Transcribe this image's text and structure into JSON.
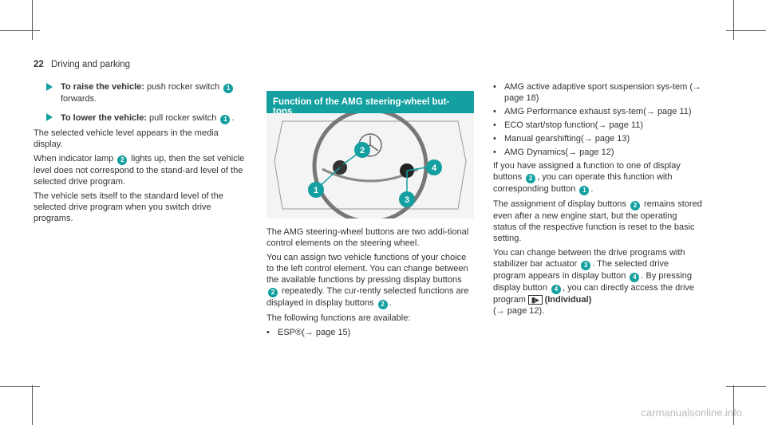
{
  "header": {
    "page_number": "22",
    "title": "Driving and parking"
  },
  "left": {
    "step1_bold": "To raise the vehicle:",
    "step1_text": " push rocker switch",
    "step1_tail": "forwards.",
    "step2_bold": "To lower the vehicle:",
    "step2_text": " pull rocker switch",
    "p1": "The selected vehicle level appears in the media display.",
    "p2a": "When indicator lamp",
    "p2b": "lights up, then the set vehicle level does not correspond to the stand-ard level of the selected drive program.",
    "p3": "The vehicle sets itself to the standard level of the selected drive program when you switch drive programs."
  },
  "middle": {
    "section_title": "Function of the AMG steering-wheel but-tons",
    "p1": "The AMG steering-wheel buttons are two addi-tional control elements on the steering wheel.",
    "p2a": "You can assign two vehicle functions of your choice to the left control element. You can change between the available functions by pressing display buttons",
    "p2b": "repeatedly. The cur-rently selected functions are displayed in display buttons",
    "p3": "The following functions are available:",
    "b1": "ESP®(→ page 15)"
  },
  "right": {
    "b1": "AMG active adaptive sport suspension sys-tem (→ page 18)",
    "b2": "AMG Performance exhaust sys-tem(→ page 11)",
    "b3": "ECO start/stop function(→ page 11)",
    "b4": "Manual gearshifting(→ page 13)",
    "b5": "AMG Dynamics(→ page 12)",
    "p1a": "If you have assigned a function to one of display buttons",
    "p1b": ", you can operate this function with corresponding button",
    "p2a": "The assignment of display buttons",
    "p2b": "remains stored even after a new engine start, but the operating status of the respective function is reset to the basic setting.",
    "p3a": "You can change between the drive programs with stabilizer bar actuator",
    "p3b": ". The selected drive program appears in display button",
    "p3c": ". By pressing display button",
    "p3d": ", you can directly access the drive program",
    "p3e": "(Individual)",
    "p3f": "(→ page 12)."
  },
  "callouts": {
    "c1": "1",
    "c2": "2",
    "c3": "3",
    "c4": "4"
  },
  "footer": {
    "watermark": "carmanualsonline.info"
  },
  "colors": {
    "accent": "#14a0a0"
  }
}
